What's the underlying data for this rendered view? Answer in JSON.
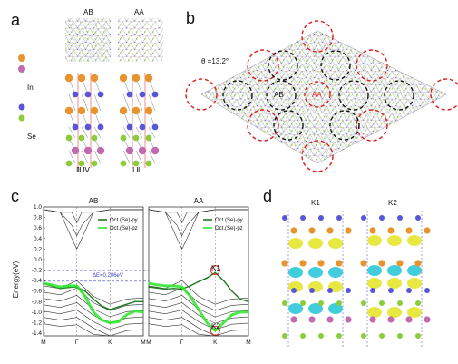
{
  "panels": {
    "a": {
      "letter": "a",
      "top_labels": [
        "AB",
        "AA"
      ],
      "legend": {
        "in_label": "In",
        "se_label": "Se"
      },
      "bottom_labels": [
        "Ⅲ Ⅳ",
        "Ⅰ Ⅱ"
      ]
    },
    "b": {
      "letter": "b",
      "theta_label": "θ =13.2°",
      "center_labels": [
        "AB",
        "AA"
      ]
    },
    "c": {
      "letter": "c",
      "delta_e_label": "ΔE=0.206eV",
      "k_labels": [
        "K1",
        "K2"
      ]
    },
    "d": {
      "letter": "d",
      "labels": [
        "K1",
        "K2"
      ]
    }
  },
  "colors": {
    "in_atom": "#e8932b",
    "se_top_atom": "#5a55d6",
    "se_bottom_atom": "#8ccc3a",
    "in_bottom_atom": "#c26ab0",
    "band_line": "#1e7a1e",
    "band_highlight": "#2ee62e",
    "dashed_ref": "#3c44c8",
    "red_circle": "#e01b1b",
    "isosurface_yellow": "#e6e62e",
    "isosurface_cyan": "#2ec8d8"
  },
  "chart_data": [
    {
      "type": "line",
      "title": "AB",
      "ylabel": "Energy(eV)",
      "xlabel": "",
      "ylim": [
        -1.45,
        1.0
      ],
      "yticks": [
        "1.0",
        "0.8",
        "0.6",
        "0.4",
        "0.2",
        "0.0",
        "-0.2",
        "-0.4",
        "-0.6",
        "-0.8",
        "-1.0",
        "-1.2",
        "-1.4"
      ],
      "xticks": [
        "M",
        "Γ",
        "K",
        "M"
      ],
      "legend": [
        "Oct.(Se)-py",
        "Oct.(Se)-pz"
      ],
      "legend_position": "top-right",
      "reference_lines": {
        "conduction_min": -0.206,
        "valence_max": -0.412
      },
      "series": [
        {
          "name": "Oct.(Se)-py",
          "x": [
            0,
            0.25,
            0.5,
            0.75,
            1,
            1.25,
            1.5,
            1.75,
            2,
            2.25,
            2.5,
            2.75,
            3
          ],
          "y": [
            -0.46,
            -0.5,
            -0.55,
            -0.53,
            -0.52,
            -0.6,
            -0.75,
            -0.88,
            -0.95,
            -0.9,
            -0.85,
            -0.8,
            -0.8
          ]
        },
        {
          "name": "Oct.(Se)-pz",
          "x": [
            0,
            0.25,
            0.5,
            0.75,
            1,
            1.25,
            1.5,
            1.75,
            2,
            2.25,
            2.5,
            2.75,
            3
          ],
          "y": [
            -0.45,
            -0.48,
            -0.52,
            -0.5,
            -0.5,
            -0.7,
            -1.0,
            -1.15,
            -1.2,
            -1.18,
            -1.05,
            -0.98,
            -1.0
          ]
        }
      ]
    },
    {
      "type": "line",
      "title": "AA",
      "ylabel": "",
      "xlabel": "",
      "ylim": [
        -1.45,
        1.0
      ],
      "xticks": [
        "M",
        "Γ",
        "K",
        "M"
      ],
      "legend": [
        "Oct.(Se)-py",
        "Oct.(Se)-pz"
      ],
      "legend_position": "top-right",
      "annotations": [
        {
          "label": "K1",
          "x": 2,
          "y": -0.2
        },
        {
          "label": "K2",
          "x": 2,
          "y": -1.35
        }
      ],
      "series": [
        {
          "name": "Oct.(Se)-py",
          "x": [
            0,
            0.25,
            0.5,
            0.75,
            1,
            1.25,
            1.5,
            1.75,
            2,
            2.25,
            2.5,
            2.75,
            3
          ],
          "y": [
            -0.52,
            -0.54,
            -0.56,
            -0.55,
            -0.56,
            -0.5,
            -0.42,
            -0.35,
            -0.25,
            -0.4,
            -0.6,
            -0.75,
            -0.8
          ]
        },
        {
          "name": "Oct.(Se)-pz",
          "x": [
            0,
            0.25,
            0.5,
            0.75,
            1,
            1.25,
            1.5,
            1.75,
            2,
            2.25,
            2.5,
            2.75,
            3
          ],
          "y": [
            -0.45,
            -0.48,
            -0.5,
            -0.5,
            -0.52,
            -0.7,
            -0.95,
            -1.2,
            -1.35,
            -1.2,
            -1.05,
            -1.0,
            -1.0
          ]
        }
      ]
    }
  ]
}
